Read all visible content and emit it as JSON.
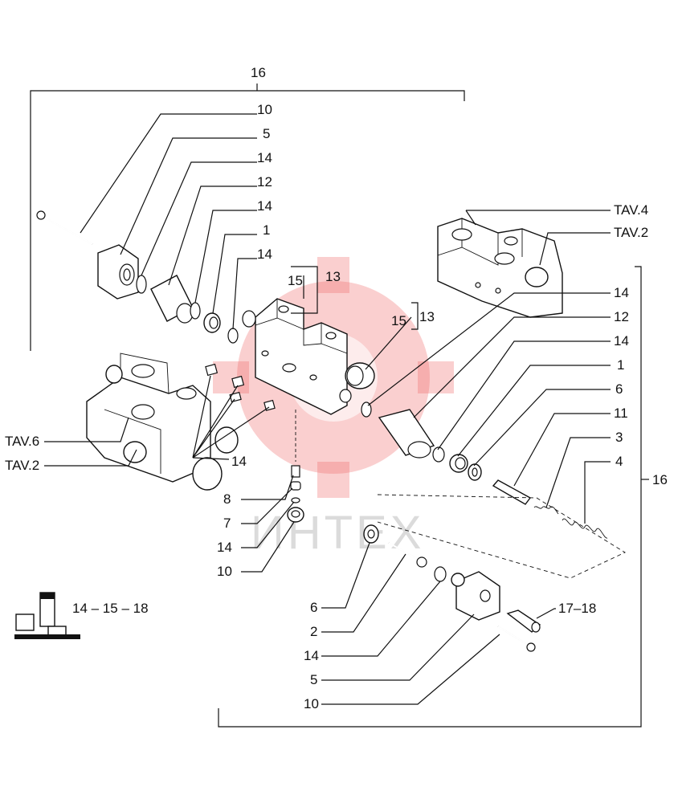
{
  "labels": {
    "top_16": "16",
    "l10a": "10",
    "l5a": "5",
    "l14a": "14",
    "l12a": "12",
    "l14b": "14",
    "l1a": "1",
    "l14c": "14",
    "l15a": "15",
    "l13a": "13",
    "l15b": "15",
    "l13b": "13",
    "tav4": "TAV.4",
    "tav2_right": "TAV.2",
    "r14a": "14",
    "r12": "12",
    "r14b": "14",
    "r1": "1",
    "r6": "6",
    "r11": "11",
    "r3": "3",
    "r4": "4",
    "right_16": "16",
    "tav6": "TAV.6",
    "tav2_left": "TAV.2",
    "mid_14": "14",
    "l8": "8",
    "l7": "7",
    "l14d": "14",
    "l10b": "10",
    "b6": "6",
    "b2": "2",
    "b14": "14",
    "b5": "5",
    "b10": "10",
    "l1718": "17–18",
    "l141518": "14 – 15 – 18"
  },
  "watermark_text": "ИНТЕХ"
}
